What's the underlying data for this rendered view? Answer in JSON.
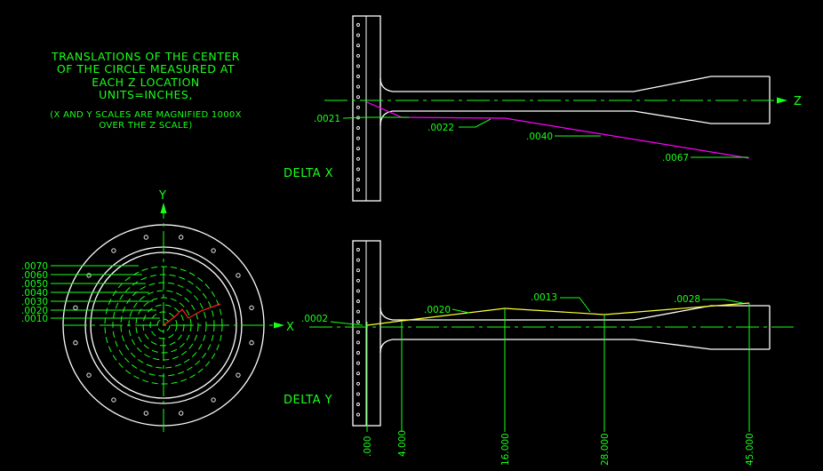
{
  "notes": {
    "title_lines": [
      "TRANSLATIONS OF THE CENTER",
      "OF THE CIRCLE MEASURED AT",
      "EACH Z LOCATION",
      "UNITS=INCHES,"
    ],
    "scale_lines": [
      "(X AND Y SCALES ARE MAGNIFIED 1000X",
      "OVER THE Z SCALE)"
    ]
  },
  "axes": {
    "z": "Z",
    "x": "X",
    "y": "Y"
  },
  "views": {
    "delta_x": {
      "label": "DELTA X",
      "values": [
        ".0021",
        ".0022",
        ".0040",
        ".0067"
      ]
    },
    "delta_y": {
      "label": "DELTA Y",
      "values": [
        ".0002",
        ".0020",
        ".0013",
        ".0028"
      ]
    }
  },
  "z_stations": [
    ".000",
    "4.000",
    "16.000",
    "28.000",
    "45.000"
  ],
  "circle_legend": [
    ".0070",
    ".0060",
    ".0050",
    ".0040",
    ".0030",
    ".0020",
    ".0010"
  ],
  "colors": {
    "outline": "#ffffff",
    "dimension": "#1aff1a",
    "delta_x_line": "#ff00ff",
    "delta_y_line": "#ffff33",
    "vector": "#ff2020"
  }
}
